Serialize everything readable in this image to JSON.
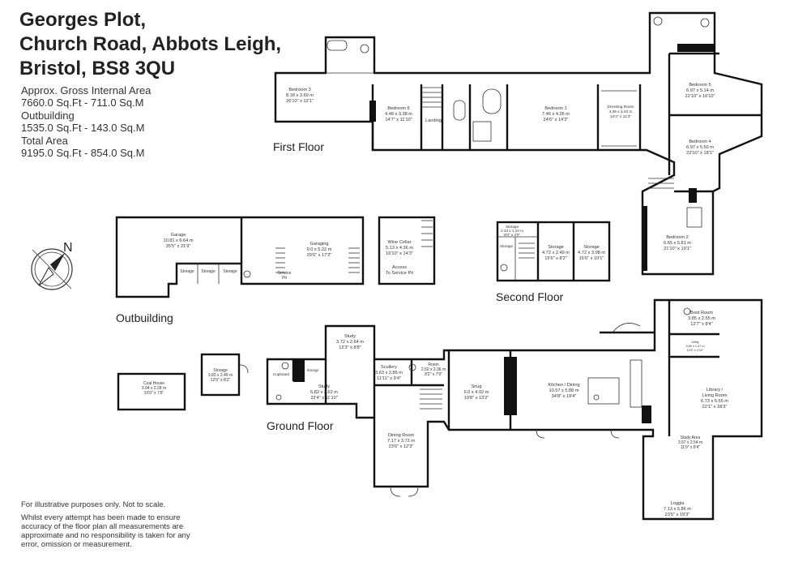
{
  "property": {
    "title_lines": [
      "Georges Plot,",
      "Church Road, Abbots Leigh,",
      "Bristol, BS8 3QU"
    ]
  },
  "areas": {
    "gross_label": "Approx. Gross Internal Area",
    "gross_value": "7660.0 Sq.Ft - 711.0 Sq.M",
    "outbuilding_label": "Outbuilding",
    "outbuilding_value": "1535.0 Sq.Ft - 143.0 Sq.M",
    "total_label": "Total Area",
    "total_value": "9195.0 Sq.Ft - 854.0 Sq.M"
  },
  "disclaimer": {
    "line1": "For illustrative purposes only. Not to scale.",
    "line2": "Whilst every attempt has been made to ensure accuracy of the floor plan all measurements are approximate and no responsibility is taken for any error, omission or measurement."
  },
  "floors": {
    "first": "First Floor",
    "second": "Second Floor",
    "ground": "Ground Floor",
    "outbuilding": "Outbuilding"
  },
  "compass": {
    "label": "N"
  },
  "rooms": {
    "bedroom3": {
      "name": "Bedroom 3",
      "m": "8.18 x 3.69 m",
      "ft": "26'10\" x 12'1\""
    },
    "bedroom6": {
      "name": "Bedroom 6",
      "m": "4.48 x 3.38 m",
      "ft": "14'7\" x 11'10\""
    },
    "landing": {
      "name": "Landing"
    },
    "bedroom1": {
      "name": "Bedroom 1",
      "m": "7.46 x 4.36 m",
      "ft": "24'6\" x 14'3\""
    },
    "dressing": {
      "name": "Dressing Room",
      "m": "4.36 x 3.43 m",
      "ft": "14'4\" x 11'3\""
    },
    "bedroom5": {
      "name": "Bedroom 5",
      "m": "6.97 x 5.14 m",
      "ft": "22'10\" x 16'10\""
    },
    "bedroom4": {
      "name": "Bedroom 4",
      "m": "6.97 x 5.50 m",
      "ft": "22'10\" x 18'1\""
    },
    "bedroom2": {
      "name": "Bedroom 2",
      "m": "6.65 x 5.81 m",
      "ft": "21'10\" x 19'1\""
    },
    "garage": {
      "name": "Garage",
      "m": "10.81 x 6.64 m",
      "ft": "35'5\" x 21'9\""
    },
    "garaging": {
      "name": "Garaging",
      "m": "9.0 x 5.22 m",
      "ft": "29'6\" x 17'2\""
    },
    "storage_out1": {
      "name": "Storage"
    },
    "storage_out2": {
      "name": "Storage"
    },
    "storage_out3": {
      "name": "Storage"
    },
    "service_pit": {
      "name": "Service",
      "name2": "Pit"
    },
    "wine_cellar": {
      "name": "Wine Cellar",
      "m": "5.13 x 4.36 m",
      "ft": "16'10\" x 14'3\""
    },
    "access": {
      "name": "Access",
      "name2": "To Service Pit"
    },
    "storage_s1": {
      "name": "Storage",
      "m": "2.43 x 1.23 m",
      "ft": "8'0\" x 4'0\""
    },
    "storage_s2": {
      "name": "Storage"
    },
    "storage_s3": {
      "name": "Storage",
      "m": "4.72 x 2.49 m",
      "ft": "15'6\" x 8'2\""
    },
    "storage_s4": {
      "name": "Storage",
      "m": "4.72 x 3.08 m",
      "ft": "15'6\" x 10'1\""
    },
    "coal_house": {
      "name": "Coal House",
      "m": "3.04 x 2.28 m",
      "ft": "10'0\" x 7'6\""
    },
    "storage_g": {
      "name": "Storage",
      "m": "3.82 x 2.49 m",
      "ft": "12'6\" x 8'2\""
    },
    "cupboard": {
      "name": "Cupboard"
    },
    "storage_small": {
      "name": "Storage"
    },
    "study_upper": {
      "name": "Study",
      "m": "3.72 x 2.64 m",
      "ft": "12'3\" x 8'8\""
    },
    "study_main": {
      "name": "Study",
      "m": "6.82 x 3.62 m",
      "ft": "22'4\" x 11'10\""
    },
    "scullery": {
      "name": "Scullery",
      "m": "3.63 x 2.85 m",
      "ft": "11'11\" x 9'4\""
    },
    "room": {
      "name": "Room",
      "m": "2.50 x 2.36 m",
      "ft": "8'2\" x 7'9\""
    },
    "dining": {
      "name": "Dining Room",
      "m": "7.17 x 3.72 m",
      "ft": "23'6\" x 12'3\""
    },
    "snug": {
      "name": "Snug",
      "m": "6.0 x 4.02 m",
      "ft": "19'8\" x 13'2\""
    },
    "kitchen": {
      "name": "Kitchen / Dining",
      "m": "10.57 x 5.88 m",
      "ft": "34'8\" x 19'4\""
    },
    "boot": {
      "name": "Boot Room",
      "m": "3.85 x 2.55 m",
      "ft": "12'7\" x 8'4\""
    },
    "utility": {
      "name": "Utility",
      "m": "3.80 x 1.47 m",
      "ft": "12'6\" x 4'10\""
    },
    "library": {
      "name": "Library /",
      "name2": "Living Room",
      "m": "6.73 x 5.55 m",
      "ft": "22'1\" x 18'3\""
    },
    "study_area": {
      "name": "Study Area",
      "m": "3.57 x 2.54 m",
      "ft": "11'9\" x 8'4\""
    },
    "loggia": {
      "name": "Loggia",
      "m": "7.13 x 5.86 m",
      "ft": "23'5\" x 19'3\""
    }
  }
}
